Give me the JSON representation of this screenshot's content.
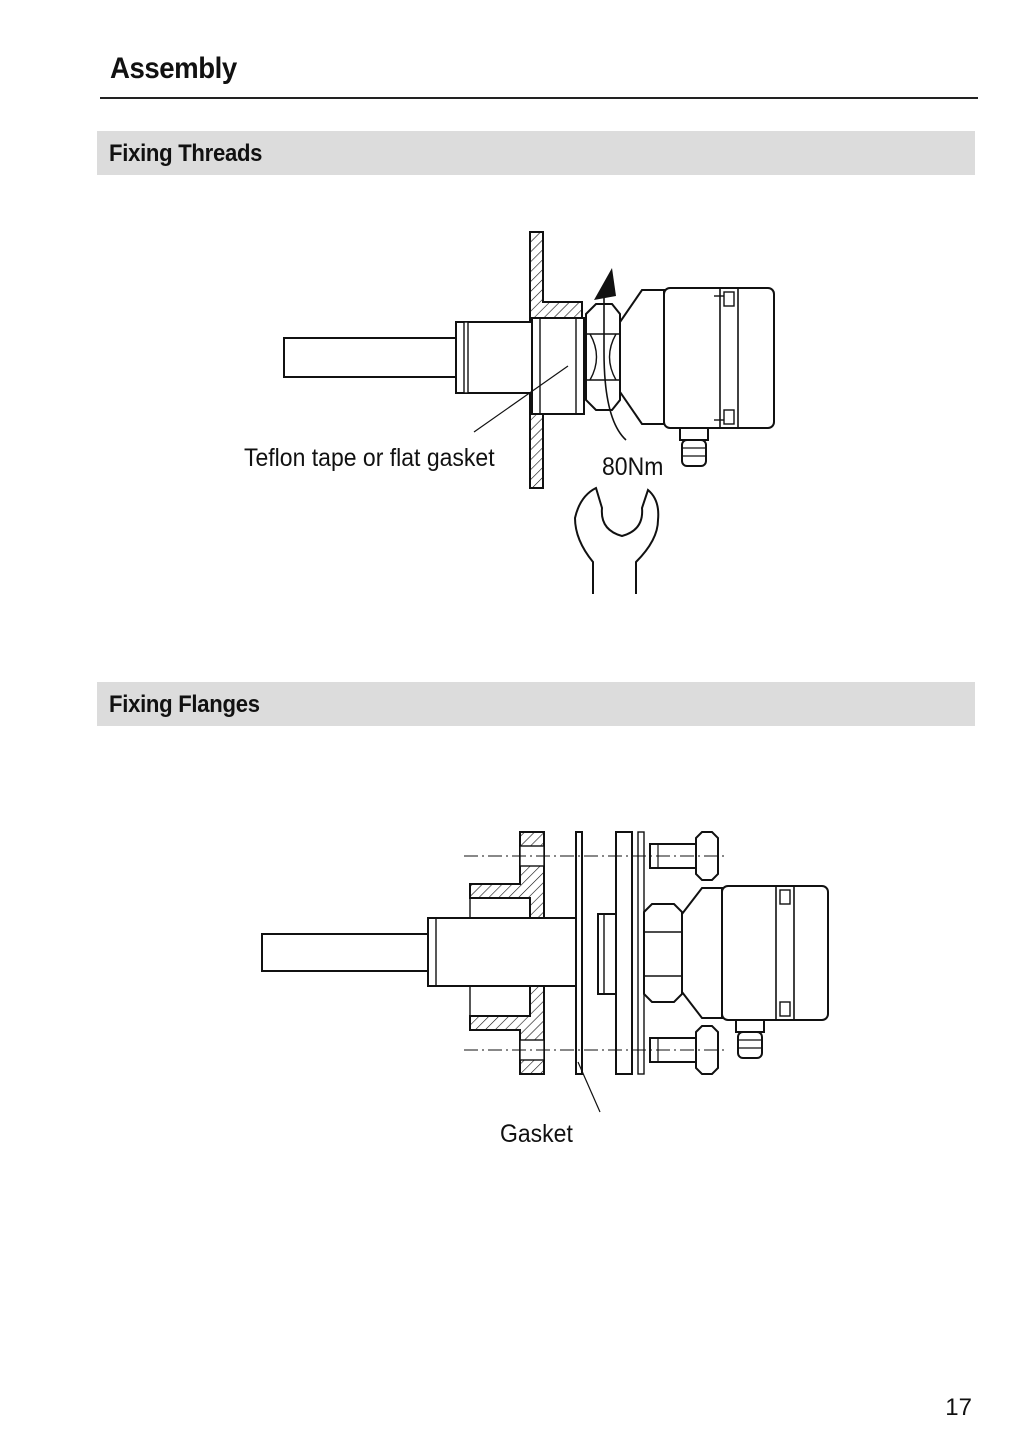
{
  "page": {
    "title": "Assembly",
    "number": "17"
  },
  "sections": [
    {
      "title": "Fixing Threads",
      "labels": {
        "gasket_note": "Teflon tape or flat gasket",
        "torque": "80Nm"
      }
    },
    {
      "title": "Fixing Flanges",
      "labels": {
        "gasket": "Gasket"
      }
    }
  ]
}
